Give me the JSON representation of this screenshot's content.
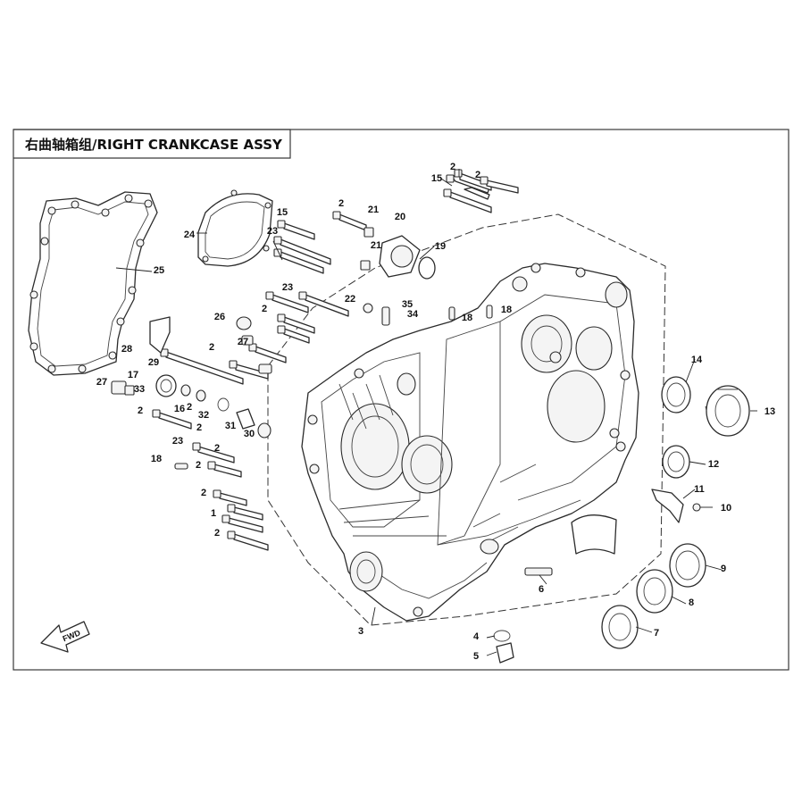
{
  "title": "右曲轴箱组/RIGHT CRANKCASE ASSY",
  "direction_marker": "FWD",
  "callouts": [
    {
      "label": "1"
    },
    {
      "label": "2"
    },
    {
      "label": "2"
    },
    {
      "label": "2"
    },
    {
      "label": "2"
    },
    {
      "label": "2"
    },
    {
      "label": "2"
    },
    {
      "label": "2"
    },
    {
      "label": "2"
    },
    {
      "label": "2"
    },
    {
      "label": "2"
    },
    {
      "label": "2"
    },
    {
      "label": "2"
    },
    {
      "label": "3"
    },
    {
      "label": "4"
    },
    {
      "label": "5"
    },
    {
      "label": "6"
    },
    {
      "label": "7"
    },
    {
      "label": "8"
    },
    {
      "label": "9"
    },
    {
      "label": "10"
    },
    {
      "label": "11"
    },
    {
      "label": "12"
    },
    {
      "label": "13"
    },
    {
      "label": "14"
    },
    {
      "label": "15"
    },
    {
      "label": "15"
    },
    {
      "label": "16"
    },
    {
      "label": "17"
    },
    {
      "label": "18"
    },
    {
      "label": "18"
    },
    {
      "label": "18"
    },
    {
      "label": "19"
    },
    {
      "label": "20"
    },
    {
      "label": "21"
    },
    {
      "label": "21"
    },
    {
      "label": "22"
    },
    {
      "label": "23"
    },
    {
      "label": "23"
    },
    {
      "label": "23"
    },
    {
      "label": "24"
    },
    {
      "label": "25"
    },
    {
      "label": "26"
    },
    {
      "label": "27"
    },
    {
      "label": "27"
    },
    {
      "label": "28"
    },
    {
      "label": "29"
    },
    {
      "label": "30"
    },
    {
      "label": "31"
    },
    {
      "label": "32"
    },
    {
      "label": "33"
    },
    {
      "label": "34"
    },
    {
      "label": "35"
    }
  ]
}
